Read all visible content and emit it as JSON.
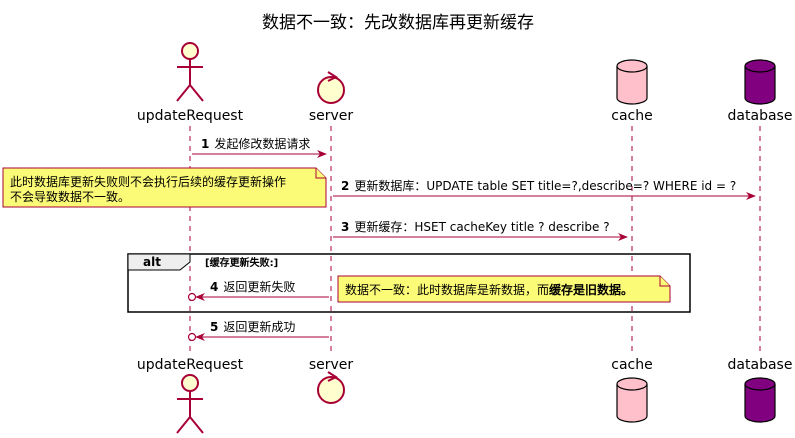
{
  "title": "数据不一致：先改数据库再更新缓存",
  "participants": [
    {
      "id": "updateRequest",
      "label": "updateRequest",
      "kind": "actor"
    },
    {
      "id": "server",
      "label": "server",
      "kind": "control"
    },
    {
      "id": "cache",
      "label": "cache",
      "kind": "database"
    },
    {
      "id": "database",
      "label": "database",
      "kind": "database"
    }
  ],
  "messages": [
    {
      "num": "1",
      "text": "发起修改数据请求",
      "from": "updateRequest",
      "to": "server"
    },
    {
      "num": "2",
      "text": "更新数据库：UPDATE table SET title=?,describe=? WHERE id = ?",
      "from": "server",
      "to": "database"
    },
    {
      "num": "3",
      "text": "更新缓存：HSET cacheKey title ? describe ?",
      "from": "server",
      "to": "cache"
    },
    {
      "num": "4",
      "text": "返回更新失败",
      "from": "server",
      "to": "updateRequest"
    },
    {
      "num": "5",
      "text": "返回更新成功",
      "from": "server",
      "to": "updateRequest"
    }
  ],
  "notes": {
    "left_note": {
      "line1": "此时数据库更新失败则不会执行后续的缓存更新操作",
      "line2": "不会导致数据不一致。"
    },
    "right_note": {
      "normal": "数据不一致：此时数据库是新数据，而",
      "bold": "缓存是旧数据。"
    }
  },
  "alt_fragment": {
    "keyword": "alt",
    "condition": "[缓存更新失败:]"
  },
  "colors": {
    "arrow": "#a80036",
    "participant_fill": "#fefece",
    "participant_border": "#a80036",
    "cache_fill": "#ffc0cb",
    "database_fill": "#800080",
    "note_fill": "#fbfb77",
    "lifeline": "#a80036"
  }
}
